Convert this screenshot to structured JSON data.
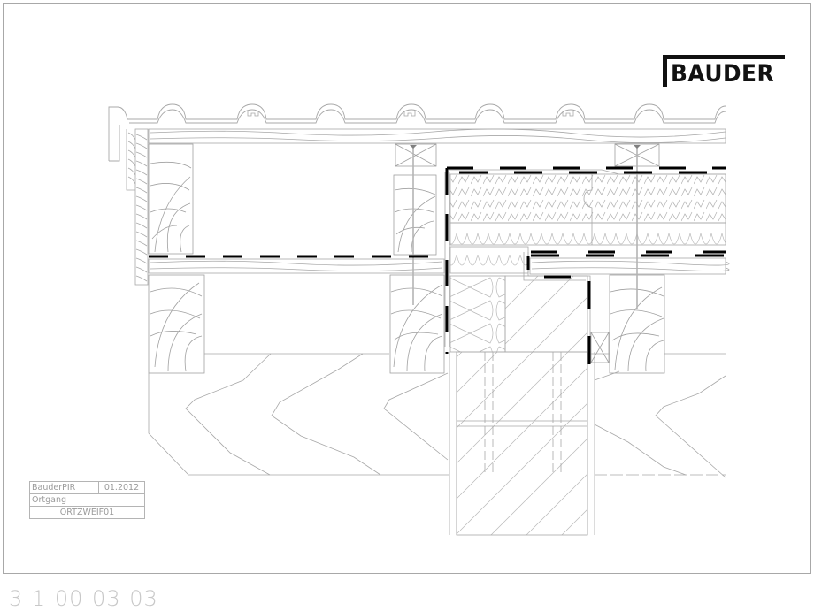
{
  "brand": {
    "logo_text": "BAUDER",
    "logo_color": "#111111"
  },
  "title_block": {
    "product": "BauderPIR",
    "date": "01.2012",
    "detail_name": "Ortgang",
    "drawing_code": "ORTZWEIF01"
  },
  "drawing_number": "3-1-00-03-03",
  "drawing": {
    "subject": "Verge detail (Ortgang) – pitched roof section with PIR insulation",
    "line_color": "#a0a0a0",
    "membrane_color": "#000000",
    "components": [
      "roof-tiles",
      "tile-battens",
      "counter-battens",
      "timber-rafters",
      "pir-insulation-board",
      "mineral-wool-insulation",
      "vapour-control-layer",
      "masonry-gable-wall",
      "fascia-board",
      "fixing-screws"
    ]
  }
}
